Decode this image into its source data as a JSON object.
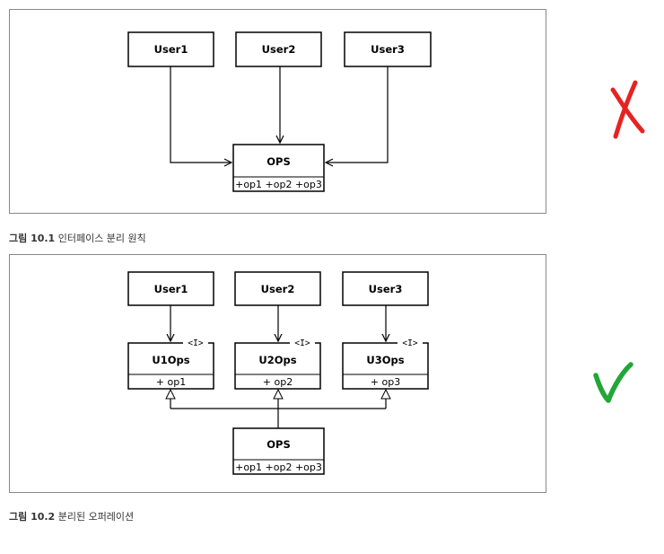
{
  "figure1": {
    "users": [
      "User1",
      "User2",
      "User3"
    ],
    "ops": {
      "name": "OPS",
      "operations": "+op1 +op2 +op3"
    },
    "caption_num": "그림 10.1",
    "caption_text": " 인터페이스 분리 원칙",
    "verdict_icon": "red-x-mark",
    "verdict_color": "#e52421"
  },
  "figure2": {
    "users": [
      "User1",
      "User2",
      "User3"
    ],
    "interfaces": [
      {
        "name": "U1Ops",
        "stereotype": "<I>",
        "operations": "+ op1"
      },
      {
        "name": "U2Ops",
        "stereotype": "<I>",
        "operations": "+ op2"
      },
      {
        "name": "U3Ops",
        "stereotype": "<I>",
        "operations": "+ op3"
      }
    ],
    "ops": {
      "name": "OPS",
      "operations": "+op1 +op2 +op3"
    },
    "caption_num": "그림 10.2",
    "caption_text": " 분리된 오퍼레이션",
    "verdict_icon": "green-check-mark",
    "verdict_color": "#22a637"
  }
}
